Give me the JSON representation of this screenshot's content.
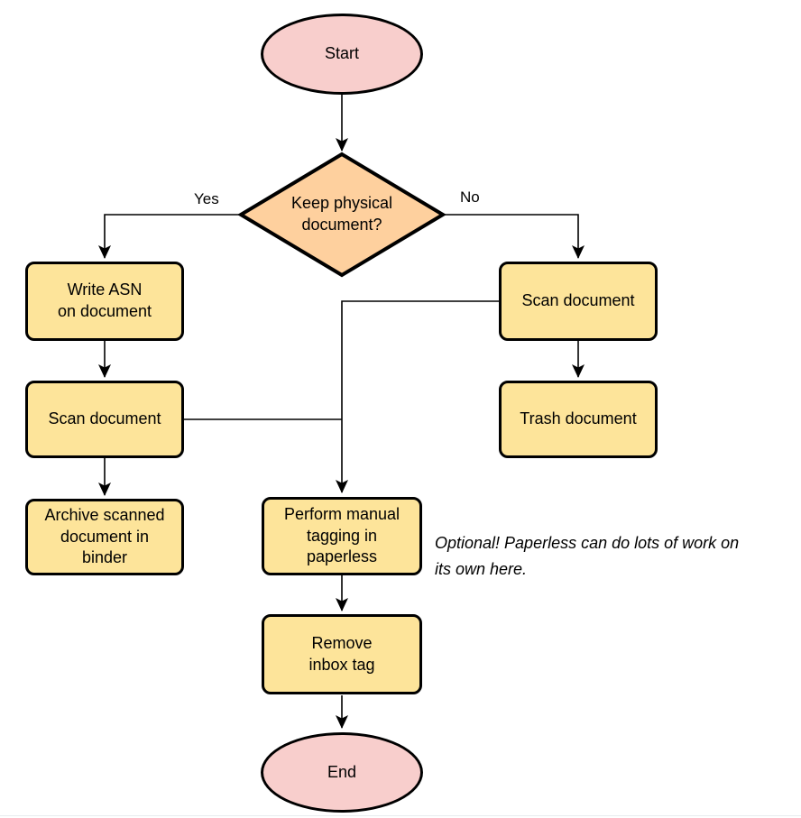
{
  "diagram": {
    "nodes": {
      "start": "Start",
      "decision": "Keep physical\ndocument?",
      "write_asn": "Write ASN\non document",
      "scan_left": "Scan document",
      "archive": "Archive scanned\ndocument in\nbinder",
      "scan_right": "Scan document",
      "trash": "Trash document",
      "tagging": "Perform manual\ntagging in\npaperless",
      "remove_inbox": "Remove\ninbox tag",
      "end": "End"
    },
    "edge_labels": {
      "yes": "Yes",
      "no": "No"
    },
    "annotation": "Optional! Paperless can do lots of work on\nits own here.",
    "colors": {
      "terminal_fill": "#f8cecc",
      "decision_fill": "#fed09e",
      "process_fill": "#fde49a",
      "stroke": "#000000"
    }
  }
}
